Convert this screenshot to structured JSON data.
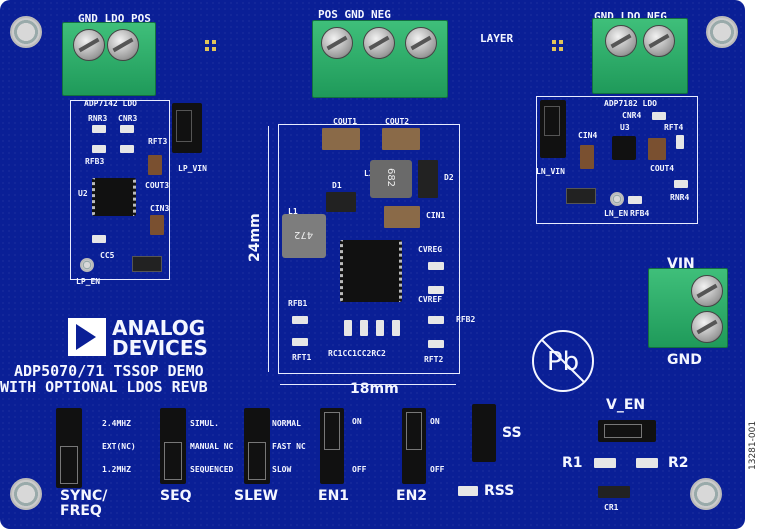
{
  "board": {
    "company_line1": "ANALOG",
    "company_line2": "DEVICES",
    "title_line1": "ADP5070/71 TSSOP DEMO",
    "title_line2": "WITH OPTIONAL LDOS REVB",
    "layer_label": "LAYER",
    "pos_gnd_neg": "POS GND NEG",
    "gnd_ldo_pos": "GND LDO POS",
    "gnd_ldo_neg": "GND LDO NEG",
    "adp7142_ldo": "ADP7142 LDO",
    "adp7182_ldo": "ADP7182 LDO",
    "vin": "VIN",
    "gnd": "GND",
    "v_en": "V_EN",
    "r1": "R1",
    "r2": "R2",
    "cr1": "CR1",
    "ss": "SS",
    "rss": "RSS",
    "dim_vertical": "24mm",
    "dim_horizontal": "18mm",
    "sync_freq": "SYNC/\nFREQ",
    "seq": "SEQ",
    "slew": "SLEW",
    "en1": "EN1",
    "en2": "EN2",
    "freq_opts": [
      "2.4MHZ",
      "EXT(NC)",
      "1.2MHZ"
    ],
    "seq_opts": [
      "SIMUL.",
      "MANUAL NC",
      "SEQUENCED"
    ],
    "slew_opts": [
      "NORMAL",
      "FAST NC",
      "SLOW"
    ],
    "on": "ON",
    "off": "OFF",
    "cout1": "COUT1",
    "cout2": "COUT2",
    "cin1": "CIN1",
    "cvreg": "CVREF",
    "cvreg2": "CVREG",
    "rfb1": "RFB1",
    "rfb2": "RFB2",
    "rft1": "RFT1",
    "rft2": "RFT2",
    "comp_row": "RC1CC1CC2RC2",
    "d1": "D1",
    "d2": "D2",
    "l1": "L1",
    "l2": "L2",
    "l1_marking": "472",
    "l2_marking": "682",
    "u2": "U2",
    "u3": "U3",
    "rnr3": "RNR3",
    "cnr3": "CNR3",
    "rft3": "RFT3",
    "rfb3": "RFB3",
    "cout3": "COUT3",
    "cin3": "CIN3",
    "cc5": "CC5",
    "lp_en": "LP_EN",
    "lp_vin": "LP_VIN",
    "cnr4": "CNR4",
    "rft4": "RFT4",
    "cin4": "CIN4",
    "cout4": "COUT4",
    "ln_vin": "LN_VIN",
    "ln_en": "LN_EN",
    "rfb4": "RFB4",
    "rnr4": "RNR4",
    "pb_symbol": "Pb",
    "side_label": "13281-001"
  }
}
